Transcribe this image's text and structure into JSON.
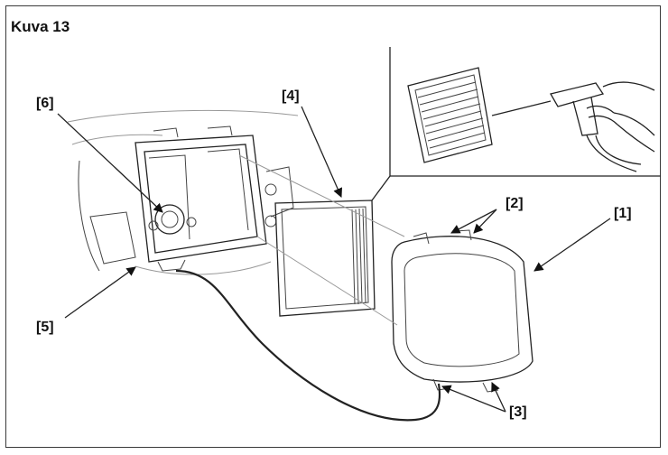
{
  "figure": {
    "title": "Kuva 13",
    "callouts": [
      {
        "id": "1",
        "text": "[1]"
      },
      {
        "id": "2",
        "text": "[2]"
      },
      {
        "id": "3",
        "text": "[3]"
      },
      {
        "id": "4",
        "text": "[4]"
      },
      {
        "id": "5",
        "text": "[5]"
      },
      {
        "id": "6",
        "text": "[6]"
      }
    ]
  },
  "colors": {
    "line": "#222222",
    "background": "#ffffff",
    "frame": "#3a3a3a"
  }
}
